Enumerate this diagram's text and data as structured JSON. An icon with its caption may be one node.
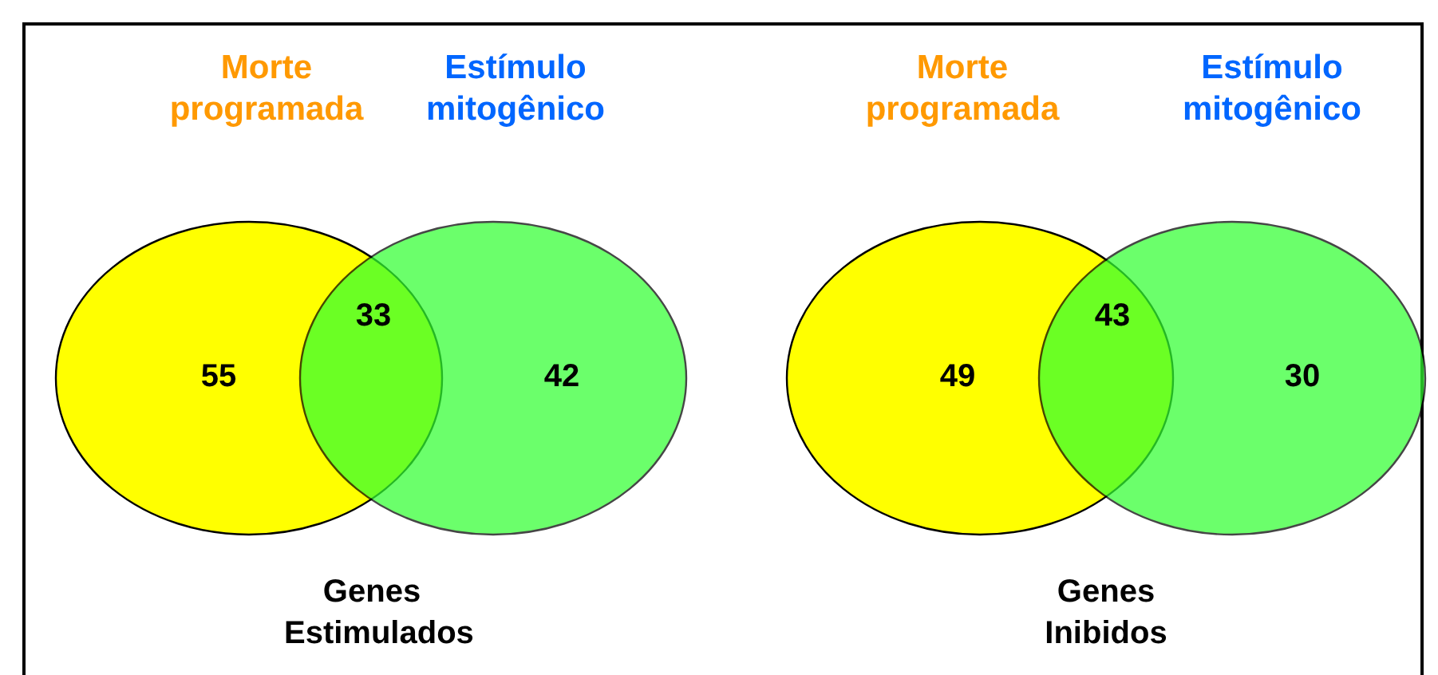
{
  "diagram": {
    "nodes": [
      {
        "text": [
          "Morte programada",
          "55"
        ]
      },
      {
        "text": [
          "Estímulo mitogênico",
          "42"
        ]
      },
      {
        "text": [
          "Morte programada",
          "49"
        ]
      },
      {
        "text": [
          "Estímulo mitogênico",
          "30"
        ]
      }
    ],
    "edges": [],
    "labels": [
      "33",
      "Genes Estimulados",
      "43",
      "Genes Inibidos"
    ]
  }
}
